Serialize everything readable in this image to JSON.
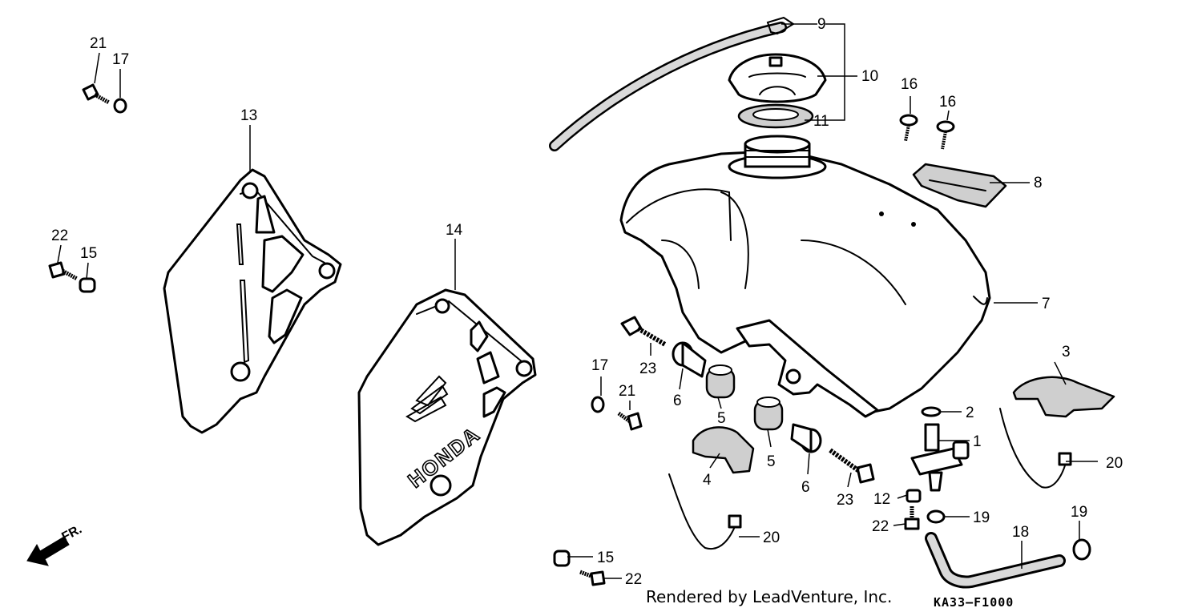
{
  "diagram": {
    "parts": [
      {
        "label": "1",
        "name": "fuel-valve"
      },
      {
        "label": "2",
        "name": "o-ring"
      },
      {
        "label": "3",
        "name": "tank-mount-rubber-rear"
      },
      {
        "label": "4",
        "name": "tank-mount-rubber-front"
      },
      {
        "label": "5",
        "name": "cushion-upper"
      },
      {
        "label": "5",
        "name": "cushion-lower"
      },
      {
        "label": "6",
        "name": "collar-upper"
      },
      {
        "label": "6",
        "name": "collar-lower"
      },
      {
        "label": "7",
        "name": "fuel-tank"
      },
      {
        "label": "8",
        "name": "tank-emblem-plate"
      },
      {
        "label": "9",
        "name": "breather-tube"
      },
      {
        "label": "10",
        "name": "fuel-filler-cap"
      },
      {
        "label": "11",
        "name": "cap-gasket"
      },
      {
        "label": "12",
        "name": "valve-nut"
      },
      {
        "label": "13",
        "name": "left-shroud-bracket"
      },
      {
        "label": "14",
        "name": "radiator-shroud"
      },
      {
        "label": "15",
        "name": "grommet-nut-upper"
      },
      {
        "label": "15",
        "name": "grommet-nut-lower"
      },
      {
        "label": "16",
        "name": "screw-left"
      },
      {
        "label": "16",
        "name": "screw-right"
      },
      {
        "label": "17",
        "name": "washer-upper"
      },
      {
        "label": "17",
        "name": "washer-lower"
      },
      {
        "label": "18",
        "name": "fuel-hose"
      },
      {
        "label": "19",
        "name": "hose-clip-left"
      },
      {
        "label": "19",
        "name": "hose-clip-right"
      },
      {
        "label": "20",
        "name": "strap-left"
      },
      {
        "label": "20",
        "name": "strap-right"
      },
      {
        "label": "21",
        "name": "bolt-upper"
      },
      {
        "label": "21",
        "name": "bolt-lower"
      },
      {
        "label": "22",
        "name": "flange-bolt-upper"
      },
      {
        "label": "22",
        "name": "flange-bolt-lower-left"
      },
      {
        "label": "22",
        "name": "flange-bolt-lower-right"
      },
      {
        "label": "23",
        "name": "mount-bolt-upper"
      },
      {
        "label": "23",
        "name": "mount-bolt-lower"
      }
    ],
    "logo_text": "HONDA",
    "direction_label": "FR.",
    "footer": {
      "credit": "Rendered by LeadVenture, Inc.",
      "diagram_code": "KA33–F1000"
    }
  }
}
